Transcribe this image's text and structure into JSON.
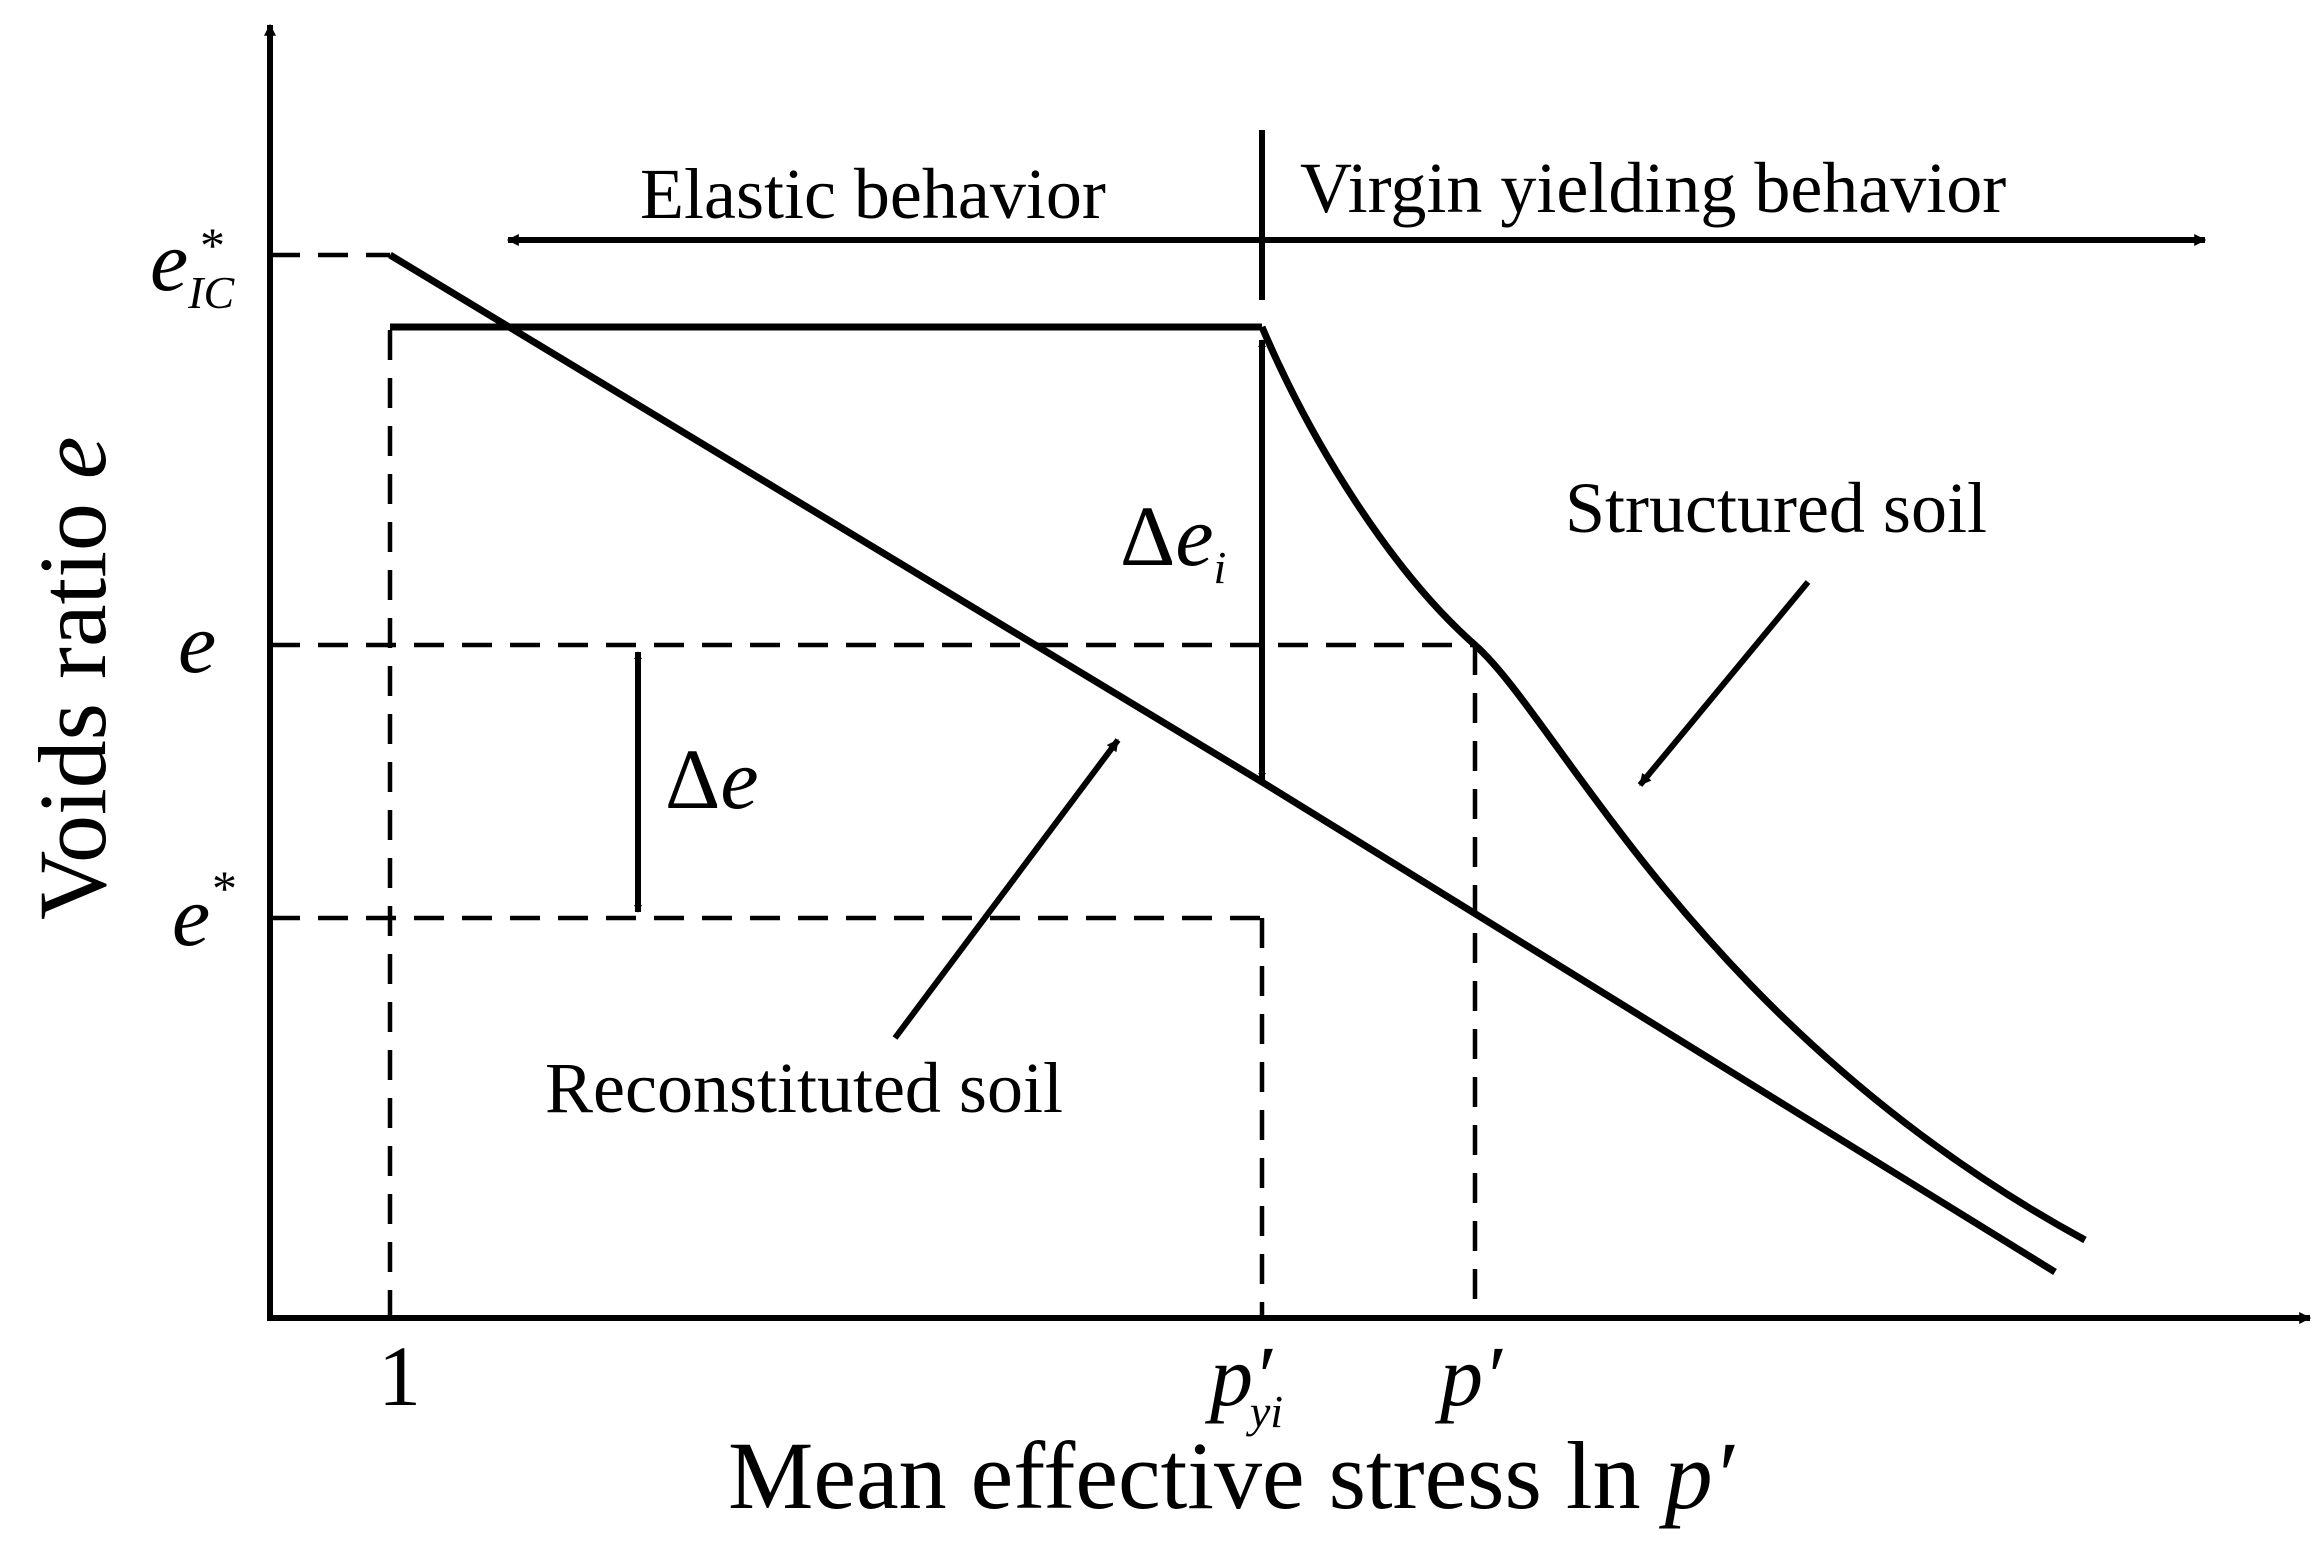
{
  "diagram": {
    "axes": {
      "y_label_text": "Voids ratio ",
      "y_label_var": "e",
      "x_label_text": "Mean effective stress ln ",
      "x_label_var": "p′"
    },
    "y_ticks": {
      "e_ic_base": "e",
      "e_ic_sub": "IC",
      "e_ic_sup": "*",
      "e": "e",
      "e_star_base": "e",
      "e_star_sup": "*"
    },
    "x_ticks": {
      "one": "1",
      "p_yi_base": "p′",
      "p_yi_sub": "yi",
      "p": "p′"
    },
    "regions": {
      "elastic": "Elastic behavior",
      "virgin": "Virgin yielding behavior"
    },
    "annotations": {
      "delta_ei_prefix": "Δ",
      "delta_ei_var": "e",
      "delta_ei_sub": "i",
      "delta_e_prefix": "Δ",
      "delta_e_var": "e",
      "structured": "Structured soil",
      "reconstituted": "Reconstituted soil"
    }
  }
}
